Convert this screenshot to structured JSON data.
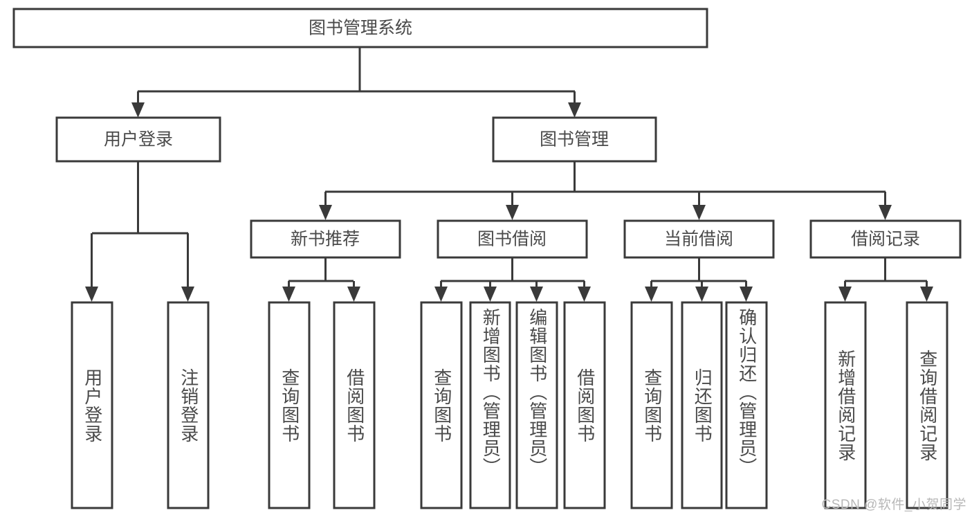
{
  "diagram": {
    "type": "tree-hierarchy",
    "title": "图书管理系统",
    "root": {
      "id": "root",
      "label": "图书管理系统"
    },
    "level1": [
      {
        "id": "user-login",
        "label": "用户登录"
      },
      {
        "id": "book-management",
        "label": "图书管理"
      }
    ],
    "level2": [
      {
        "id": "new-book-recommend",
        "label": "新书推荐",
        "parent": "book-management"
      },
      {
        "id": "book-borrow",
        "label": "图书借阅",
        "parent": "book-management"
      },
      {
        "id": "current-borrow",
        "label": "当前借阅",
        "parent": "book-management"
      },
      {
        "id": "borrow-record",
        "label": "借阅记录",
        "parent": "book-management"
      }
    ],
    "leaves": {
      "user-login": [
        {
          "id": "leaf-user-login",
          "label": "用户登录"
        },
        {
          "id": "leaf-logout",
          "label": "注销登录"
        }
      ],
      "new-book-recommend": [
        {
          "id": "leaf-query-book-1",
          "label": "查询图书"
        },
        {
          "id": "leaf-borrow-book-1",
          "label": "借阅图书"
        }
      ],
      "book-borrow": [
        {
          "id": "leaf-query-book-2",
          "label": "查询图书"
        },
        {
          "id": "leaf-add-book",
          "label": "新增图书（管理员）"
        },
        {
          "id": "leaf-edit-book",
          "label": "编辑图书（管理员）"
        },
        {
          "id": "leaf-borrow-book-2",
          "label": "借阅图书"
        }
      ],
      "current-borrow": [
        {
          "id": "leaf-query-book-3",
          "label": "查询图书"
        },
        {
          "id": "leaf-return-book",
          "label": "归还图书"
        },
        {
          "id": "leaf-confirm-return",
          "label": "确认归还（管理员）"
        }
      ],
      "borrow-record": [
        {
          "id": "leaf-add-record",
          "label": "新增借阅记录"
        },
        {
          "id": "leaf-query-record",
          "label": "查询借阅记录"
        }
      ]
    },
    "colors": {
      "stroke": "#3a3a3a",
      "box_fill": "#ffffff",
      "text": "#4a4a4a",
      "watermark": "#b8b8b8",
      "background": "#ffffff"
    }
  },
  "watermark": {
    "text": "CSDN @软件_小贺同学"
  }
}
